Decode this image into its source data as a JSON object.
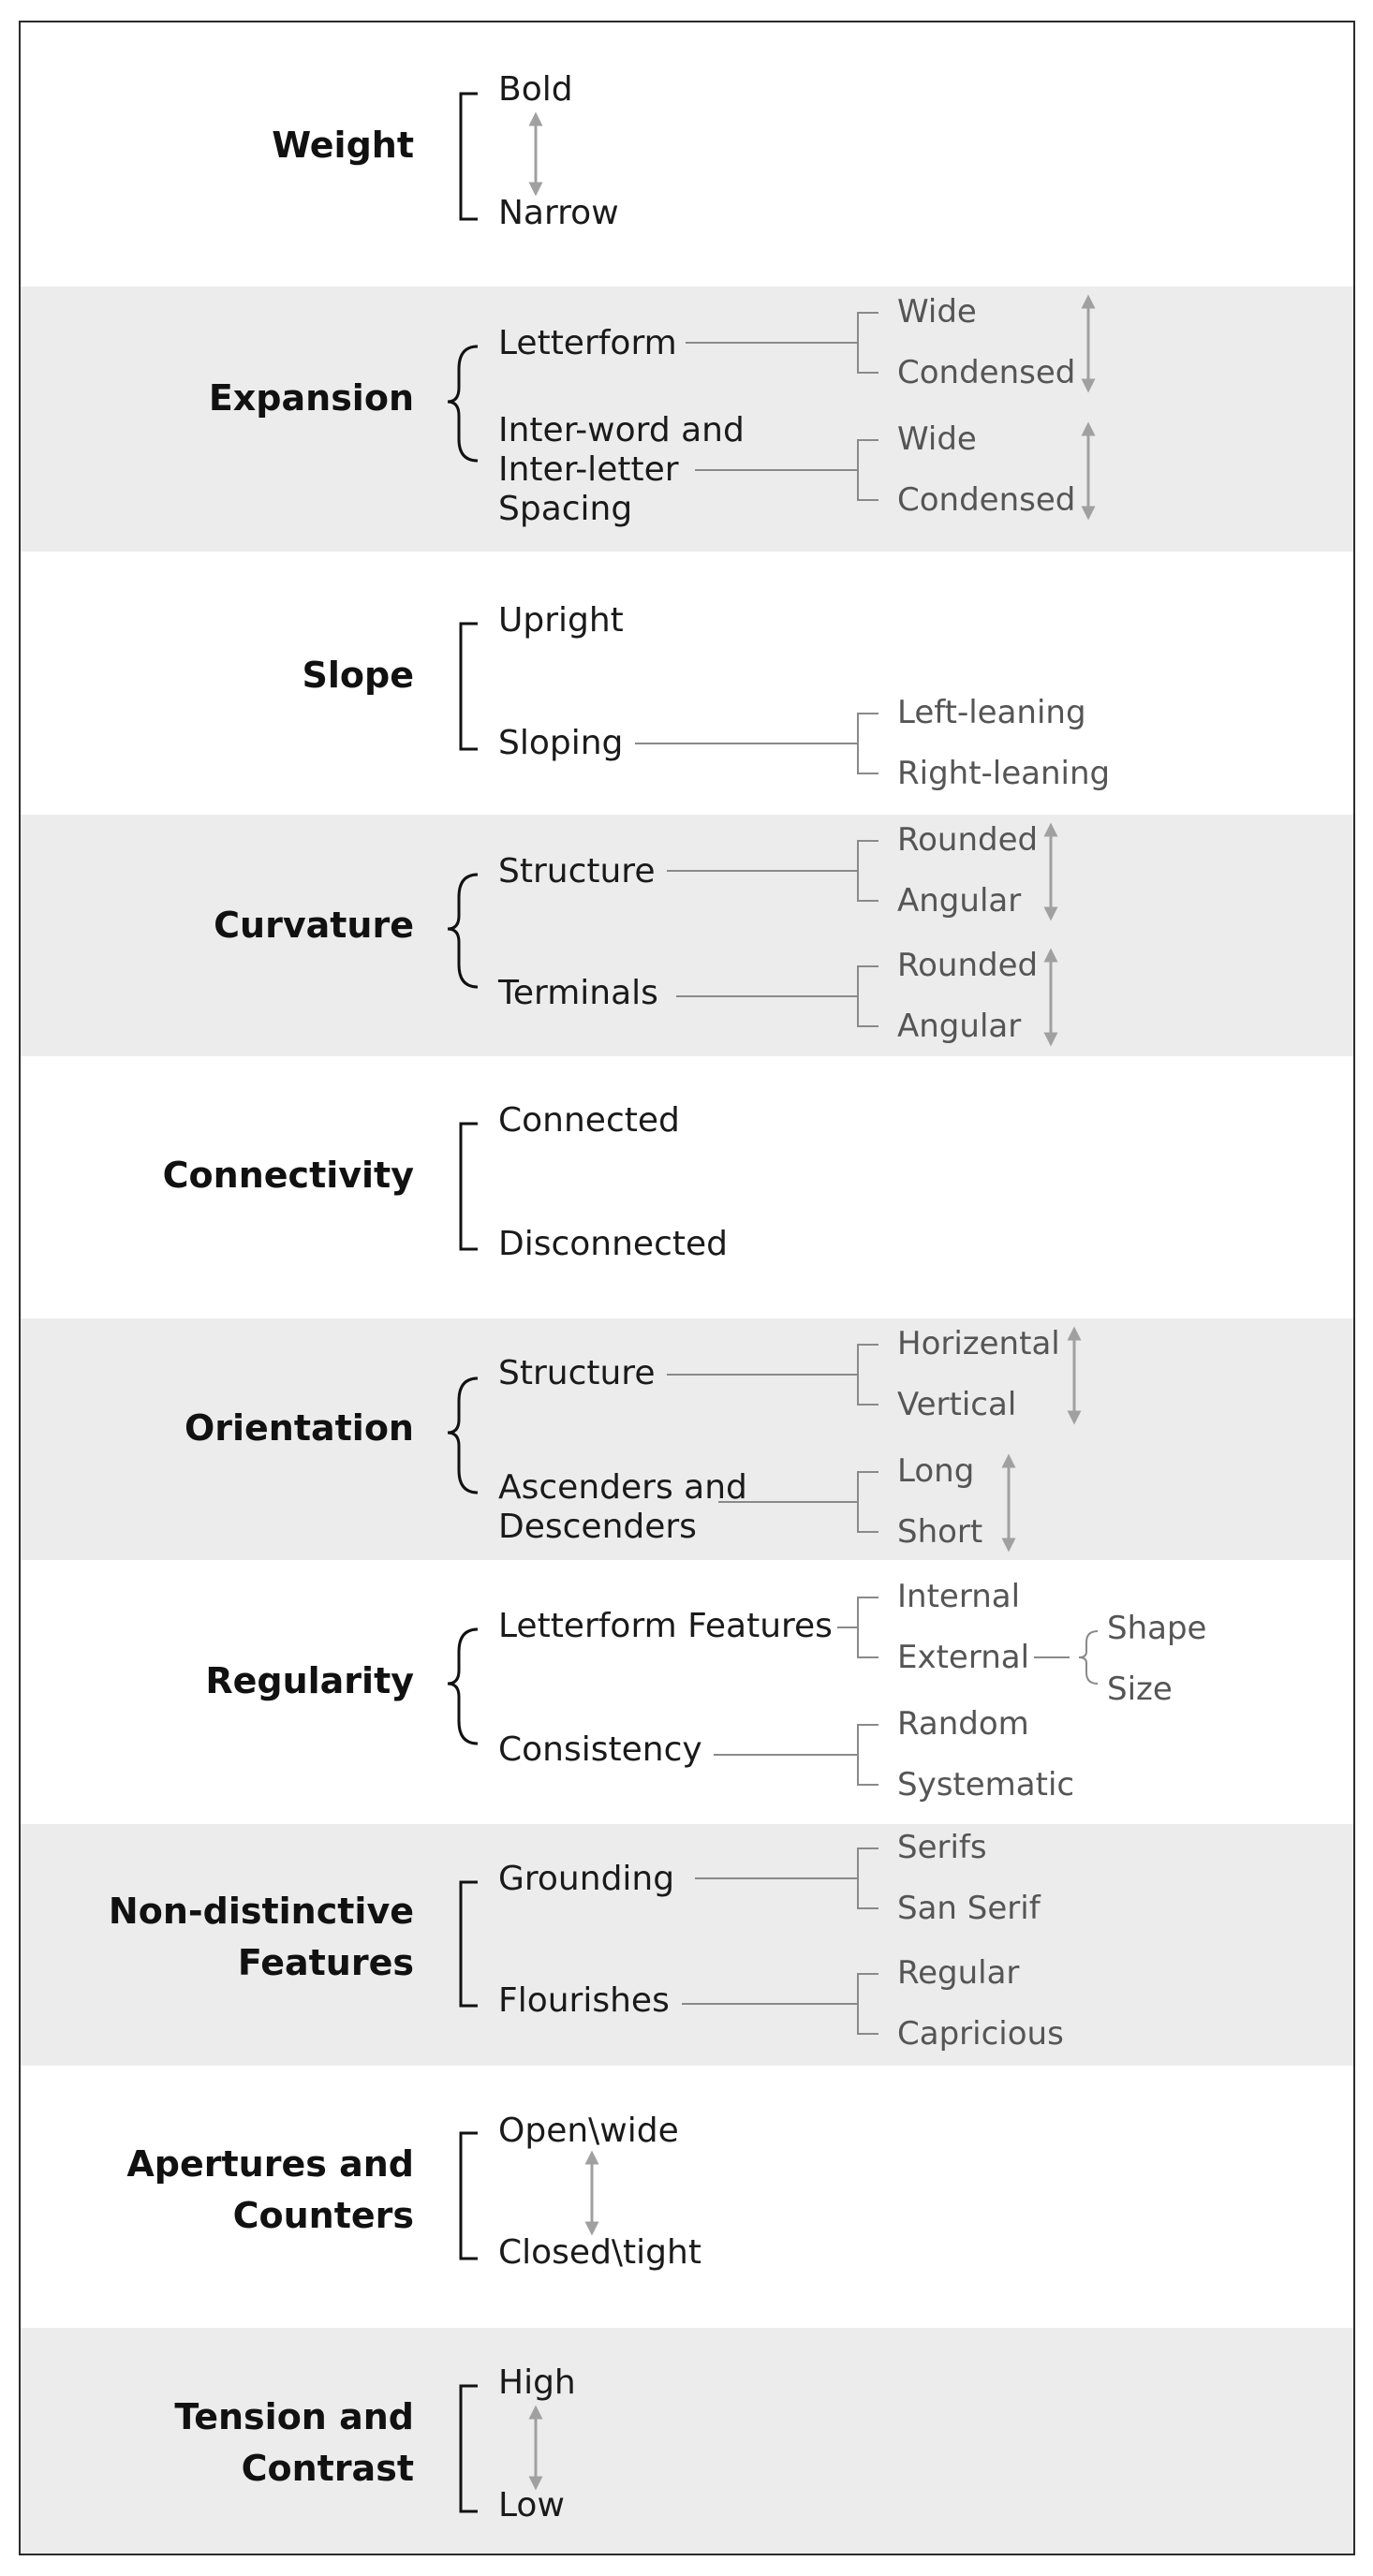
{
  "categories": [
    {
      "name": "Weight",
      "options": [
        "Bold",
        "Narrow"
      ]
    },
    {
      "name": "Expansion",
      "options": [
        "Letterform",
        "Inter-word and",
        "Inter-letter",
        "Spacing"
      ],
      "sub": [
        "Wide",
        "Condensed",
        "Wide",
        "Condensed"
      ]
    },
    {
      "name": "Slope",
      "options": [
        "Upright",
        "Sloping"
      ],
      "sub": [
        "Left-leaning",
        "Right-leaning"
      ]
    },
    {
      "name": "Curvature",
      "options": [
        "Structure",
        "Terminals"
      ],
      "sub": [
        "Rounded",
        "Angular",
        "Rounded",
        "Angular"
      ]
    },
    {
      "name": "Connectivity",
      "options": [
        "Connected",
        "Disconnected"
      ]
    },
    {
      "name": "Orientation",
      "options": [
        "Structure",
        "Ascenders and",
        "Descenders"
      ],
      "sub": [
        "Horizental",
        "Vertical",
        "Long",
        "Short"
      ]
    },
    {
      "name": "Regularity",
      "options": [
        "Letterform Features",
        "Consistency"
      ],
      "sub": [
        "Internal",
        "External",
        "Shape",
        "Size",
        "Random",
        "Systematic"
      ]
    },
    {
      "name": [
        "Non-distinctive",
        "Features"
      ],
      "options": [
        "Grounding",
        "Flourishes"
      ],
      "sub": [
        "Serifs",
        "San Serif",
        "Regular",
        "Capricious"
      ]
    },
    {
      "name": [
        "Apertures and",
        "Counters"
      ],
      "options": [
        "Open\\wide",
        "Closed\\tight"
      ]
    },
    {
      "name": [
        "Tension and",
        "Contrast"
      ],
      "options": [
        "High",
        "Low"
      ]
    }
  ],
  "colors": {
    "band": "#ececec",
    "arrow": "#a0a0a0",
    "text": "#111111",
    "subtext": "#555555"
  }
}
